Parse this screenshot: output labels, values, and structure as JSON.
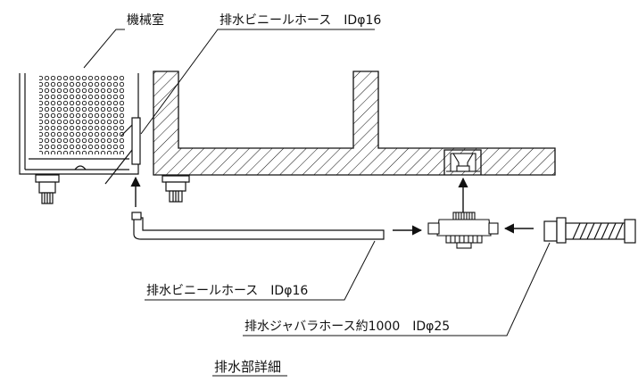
{
  "labels": {
    "machine_room": "機械室",
    "vinyl_hose_top": "排水ビニールホース　IDφ16",
    "vinyl_hose_bottom": "排水ビニールホース　IDφ16",
    "bellows_hose": "排水ジャバラホース約1000　IDφ25",
    "caption": "排水部詳細"
  },
  "colors": {
    "line": "#111111",
    "background": "#ffffff"
  }
}
